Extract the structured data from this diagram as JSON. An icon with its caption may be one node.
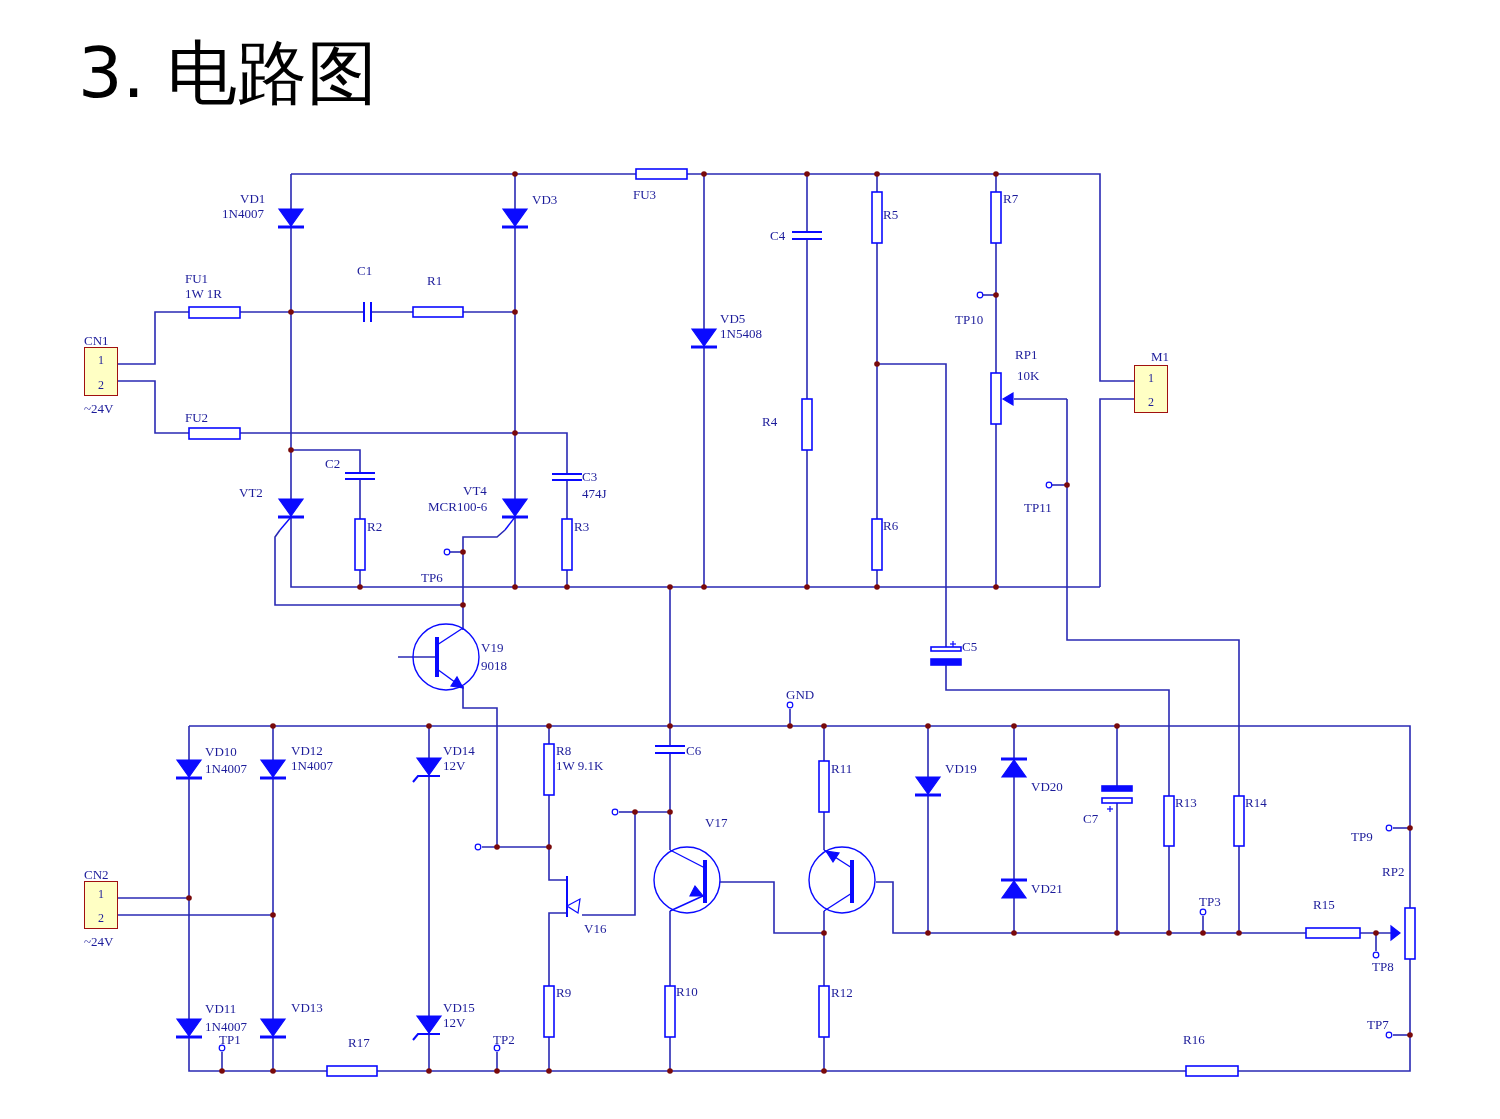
{
  "diagram": {
    "title": "3. 电路图",
    "nodes": [
      {
        "text": [
          "1",
          "2"
        ],
        "beside": [
          "CN1",
          "~24V"
        ]
      },
      {
        "text": [
          "1",
          "2"
        ],
        "beside": [
          "M1"
        ]
      },
      {
        "text": [
          "1",
          "2"
        ],
        "beside": [
          "CN2",
          "~24V"
        ]
      }
    ],
    "labels": [
      "VD1",
      "1N4007",
      "VD3",
      "FU3",
      "C4",
      "R5",
      "R7",
      "C1",
      "R1",
      "FU1",
      "1W 1R",
      "TP10",
      "VD5",
      "1N5408",
      "RP1",
      "10K",
      "R4",
      "FU2",
      "C2",
      "C3",
      "474J",
      "VT2",
      "VT4",
      "MCR100-6",
      "R2",
      "R3",
      "R6",
      "TP11",
      "TP6",
      "C5",
      "V19",
      "9018",
      "GND",
      "VD10",
      "1N4007",
      "VD12",
      "1N4007",
      "VD14",
      "12V",
      "R8",
      "1W 9.1K",
      "C6",
      "R11",
      "VD19",
      "VD20",
      "V17",
      "C7",
      "R13",
      "R14",
      "TP9",
      "RP2",
      "VD21",
      "TP3",
      "R15",
      "V16",
      "TP8",
      "R9",
      "R10",
      "R12",
      "VD11",
      "1N4007",
      "VD13",
      "VD15",
      "12V",
      "TP1",
      "TP2",
      "R17",
      "R16",
      "TP7"
    ]
  }
}
